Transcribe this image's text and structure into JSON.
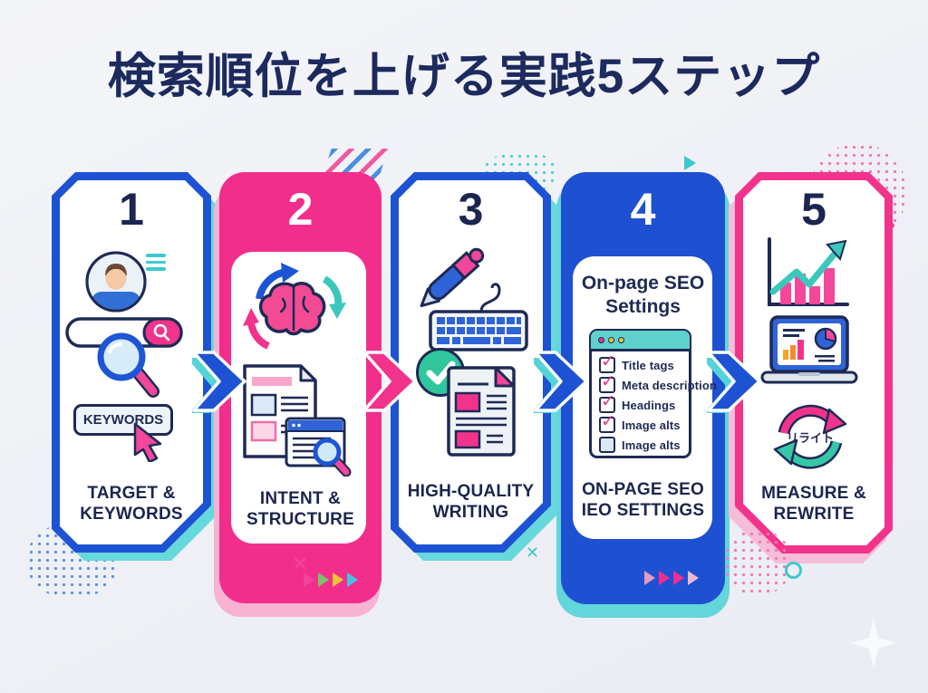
{
  "title": "検索順位を上げる実践5ステップ",
  "steps": [
    {
      "number": "1",
      "label": [
        "TARGET &",
        "KEYWORDS"
      ],
      "search_button": "KEYWORDS"
    },
    {
      "number": "2",
      "label": [
        "INTENT &",
        "STRUCTURE"
      ]
    },
    {
      "number": "3",
      "label": [
        "HIGH-QUALITY",
        "WRITING"
      ]
    },
    {
      "number": "4",
      "label": [
        "ON-PAGE SEO",
        "IEO SETTINGS"
      ],
      "panel_heading": [
        "On-page SEO",
        "Settings"
      ],
      "checklist": [
        {
          "label": "Title tags",
          "checked": true
        },
        {
          "label": "Meta description",
          "checked": true
        },
        {
          "label": "Headings",
          "checked": true
        },
        {
          "label": "Image alts",
          "checked": true
        },
        {
          "label": "Image alts",
          "checked": false
        }
      ]
    },
    {
      "number": "5",
      "label": [
        "MEASURE &",
        "REWRITE"
      ],
      "cycle_label": "リライト"
    }
  ],
  "colors": {
    "background": "#eef0f5",
    "navy": "#1e2a55",
    "blue": "#1d53d3",
    "pink": "#f22e8c",
    "teal": "#4fd0d4",
    "green": "#2fc49e",
    "yellow": "#f0c435"
  }
}
